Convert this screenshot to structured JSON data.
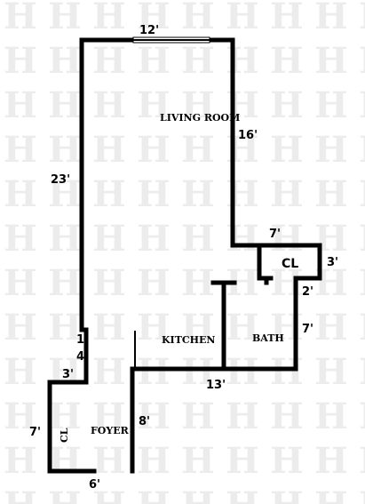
{
  "watermark": {
    "letter": "H",
    "color": "#ececec"
  },
  "rooms": {
    "living_room": "LIVING ROOM",
    "kitchen": "KITCHEN",
    "bath": "BATH",
    "foyer": "FOYER",
    "closet_main": "CL",
    "closet_foyer": "CL"
  },
  "dimensions": {
    "living_width": "12'",
    "living_right_depth": "16'",
    "living_left_depth": "23'",
    "closet_width": "7'",
    "closet_depth": "3'",
    "bath_jog": "2'",
    "bath_depth": "7'",
    "kitchen_bath_width": "13'",
    "jog_1": "1'",
    "jog_4": "4'",
    "foyer_top": "3'",
    "foyer_left": "7'",
    "foyer_right": "8'",
    "foyer_bottom": "6'"
  }
}
